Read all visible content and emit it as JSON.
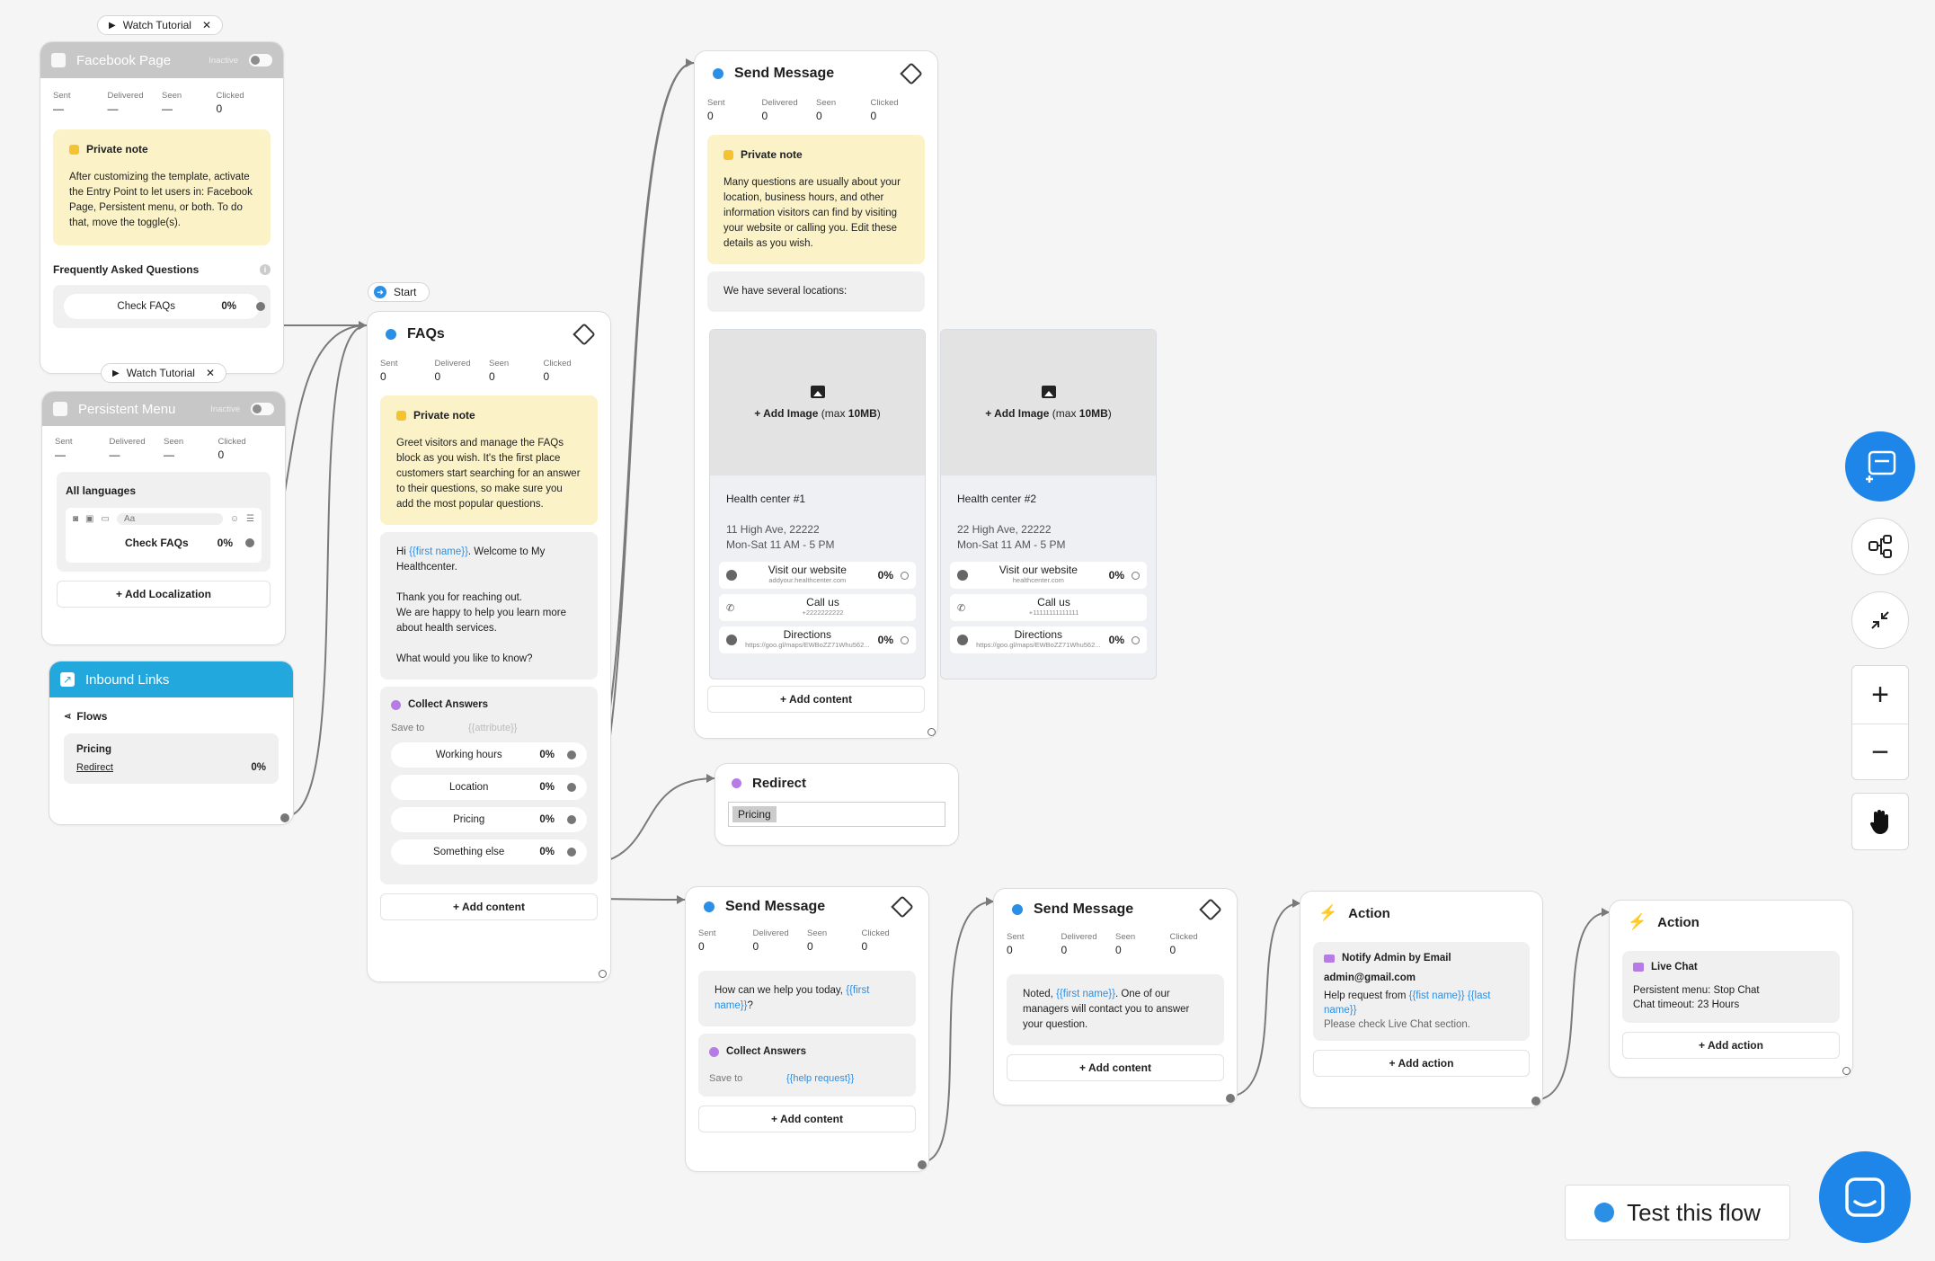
{
  "watch_tutorial": "Watch Tutorial",
  "facebook_page": {
    "title": "Facebook Page",
    "status": "Inactive",
    "stats": [
      {
        "label": "Sent",
        "value": "—"
      },
      {
        "label": "Delivered",
        "value": "—"
      },
      {
        "label": "Seen",
        "value": "—"
      },
      {
        "label": "Clicked",
        "value": "0"
      }
    ],
    "note_title": "Private note",
    "note_text": "After customizing the template, activate the Entry Point to let users in: Facebook Page, Persistent menu, or both. To do that, move the toggle(s).",
    "faq_heading": "Frequently Asked Questions",
    "button_label": "Check FAQs",
    "button_pct": "0%"
  },
  "persistent_menu": {
    "title": "Persistent Menu",
    "status": "Inactive",
    "stats": [
      {
        "label": "Sent",
        "value": "—"
      },
      {
        "label": "Delivered",
        "value": "—"
      },
      {
        "label": "Seen",
        "value": "—"
      },
      {
        "label": "Clicked",
        "value": "0"
      }
    ],
    "languages": "All languages",
    "composer_placeholder": "Aa",
    "button_label": "Check FAQs",
    "button_pct": "0%",
    "add_localization": "+ Add Localization"
  },
  "inbound_links": {
    "title": "Inbound Links",
    "flows_label": "Flows",
    "item_title": "Pricing",
    "item_link": "Redirect",
    "item_pct": "0%"
  },
  "start_badge": "Start",
  "faqs": {
    "title": "FAQs",
    "stats": [
      {
        "label": "Sent",
        "value": "0"
      },
      {
        "label": "Delivered",
        "value": "0"
      },
      {
        "label": "Seen",
        "value": "0"
      },
      {
        "label": "Clicked",
        "value": "0"
      }
    ],
    "note_title": "Private note",
    "note_text": "Greet visitors and manage the FAQs block as you wish. It's the first place customers start searching for an answer to their questions, so make sure you add the most popular questions.",
    "msg_hi": "Hi ",
    "msg_var": "{{first name}}",
    "msg_after": ". Welcome to My Healthcenter.",
    "msg_p2a": "Thank you for reaching out.",
    "msg_p2b": "We are happy to help you learn more about health services.",
    "msg_p3": "What would you like to know?",
    "collect_title": "Collect Answers",
    "save_to": "Save to",
    "save_attr": "{{attribute}}",
    "answers": [
      {
        "label": "Working hours",
        "pct": "0%"
      },
      {
        "label": "Location",
        "pct": "0%"
      },
      {
        "label": "Pricing",
        "pct": "0%"
      },
      {
        "label": "Something else",
        "pct": "0%"
      }
    ],
    "add_content": "+ Add content"
  },
  "send_message_top": {
    "title": "Send Message",
    "stats": [
      {
        "label": "Sent",
        "value": "0"
      },
      {
        "label": "Delivered",
        "value": "0"
      },
      {
        "label": "Seen",
        "value": "0"
      },
      {
        "label": "Clicked",
        "value": "0"
      }
    ],
    "note_title": "Private note",
    "note_text": "Many questions are usually about your location, business hours, and other information visitors can find by visiting your website or calling you. Edit these details as you wish.",
    "msg": "We have several locations:",
    "add_content": "+ Add content"
  },
  "carousel": [
    {
      "add_image_a": "+ Add Image",
      "add_image_b": " (max ",
      "add_image_c": "10MB",
      "add_image_d": ")",
      "title": "Health center #1",
      "address": "11 High Ave, 22222",
      "hours": "Mon-Sat 11 AM - 5 PM",
      "btn1": "Visit our website",
      "btn1_sub": "addyour.healthcenter.com",
      "btn1_pct": "0%",
      "btn2": "Call us",
      "btn2_sub": "+2222222222",
      "btn3": "Directions",
      "btn3_sub": "https://goo.gl/maps/EWBoZZ71Whu562...",
      "btn3_pct": "0%"
    },
    {
      "add_image_a": "+ Add Image",
      "add_image_b": " (max ",
      "add_image_c": "10MB",
      "add_image_d": ")",
      "title": "Health center #2",
      "address": "22 High Ave, 22222",
      "hours": "Mon-Sat 11 AM - 5 PM",
      "btn1": "Visit our website",
      "btn1_sub": "healthcenter.com",
      "btn1_pct": "0%",
      "btn2": "Call us",
      "btn2_sub": "+11111111111111",
      "btn3": "Directions",
      "btn3_sub": "https://goo.gl/maps/EWBoZZ71Whu562...",
      "btn3_pct": "0%"
    }
  ],
  "redirect": {
    "title": "Redirect",
    "target": "Pricing"
  },
  "send_message_help": {
    "title": "Send Message",
    "stats": [
      {
        "label": "Sent",
        "value": "0"
      },
      {
        "label": "Delivered",
        "value": "0"
      },
      {
        "label": "Seen",
        "value": "0"
      },
      {
        "label": "Clicked",
        "value": "0"
      }
    ],
    "msg_a": "How can we help you today, ",
    "msg_var": "{{first name}}",
    "msg_b": "?",
    "collect_title": "Collect Answers",
    "save_to": "Save to",
    "save_attr": "{{help request}}",
    "add_content": "+ Add content"
  },
  "send_message_noted": {
    "title": "Send Message",
    "stats": [
      {
        "label": "Sent",
        "value": "0"
      },
      {
        "label": "Delivered",
        "value": "0"
      },
      {
        "label": "Seen",
        "value": "0"
      },
      {
        "label": "Clicked",
        "value": "0"
      }
    ],
    "msg_a": "Noted, ",
    "msg_var": "{{first name}}",
    "msg_b": ". One of our managers will contact you to answer your question.",
    "add_content": "+ Add content"
  },
  "action_email": {
    "title": "Action",
    "item_title": "Notify Admin by Email",
    "email": "admin@gmail.com",
    "line_a": "Help request from ",
    "line_var1": "{{fist name}}",
    "line_sp": " ",
    "line_var2": "{{last name}}",
    "line_c": "Please check Live Chat section.",
    "add_action": "+ Add action"
  },
  "action_chat": {
    "title": "Action",
    "item_title": "Live Chat",
    "line1": "Persistent menu: Stop Chat",
    "line2": "Chat timeout: 23 Hours",
    "add_action": "+ Add action"
  },
  "test_flow": "Test this flow",
  "colors": {
    "accent_blue": "#2b8fe6",
    "inbound_header": "#22a8dd",
    "note_bg": "#fbf2c8",
    "primary_fab": "#1d86e8"
  }
}
